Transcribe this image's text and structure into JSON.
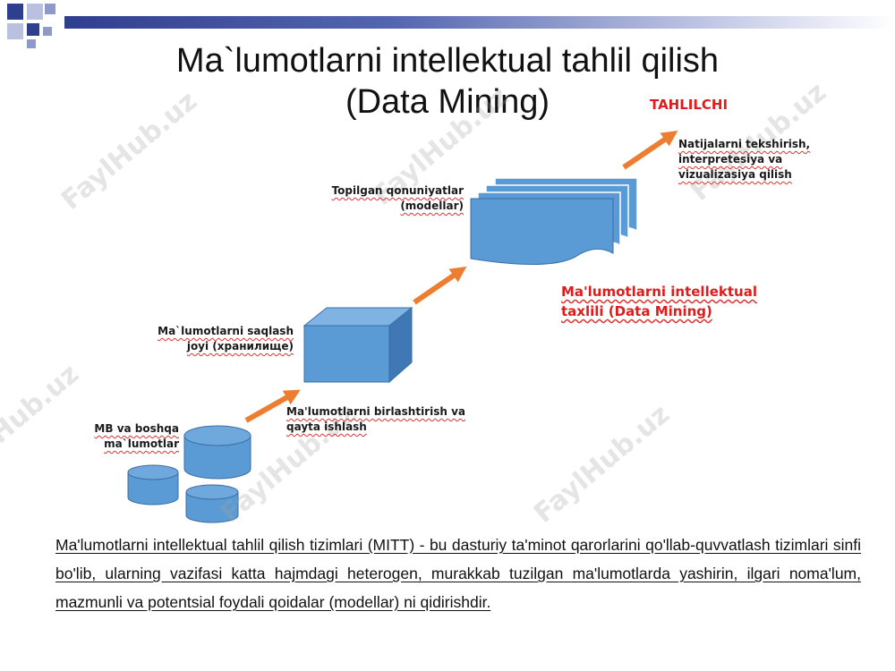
{
  "slide": {
    "title_line1": "Ma`lumotlarni intellektual tahlil qilish",
    "title_line2": "(Data Mining)"
  },
  "diagram": {
    "source_label": "MB va boshqa\nma`lumotlar",
    "integration_label": "Ma'lumotlarni birlashtirish va\nqayta ishlash",
    "storage_label": "Ma`lumotlarni saqlash\njoyi (хранилище)",
    "models_label": "Topilgan qonuniyatlar\n(modellar)",
    "analyst_label": "TAHLILCHI",
    "interpretation_label": "Natijalarni tekshirish,\ninterpretesiya va\nvizualizasiya qilish",
    "data_mining_label": "Ma'lumotlarni intellektual\ntaxlili (Data Mining)"
  },
  "watermark_text": "FaylHub.uz",
  "description": "Ma'lumotlarni intellektual tahlil qilish tizimlari (MITT) - bu dasturiy ta'minot qarorlarini qo'llab-quvvatlash tizimlari sinfi bo'lib, ularning vazifasi katta hajmdagi heterogen, murakkab tuzilgan ma'lumotlarda yashirin, ilgari noma'lum, mazmunli va potentsial foydali qoidalar (modellar) ni qidirishdir.",
  "colors": {
    "shape_fill": "#5b9bd5",
    "shape_stroke": "#3a6ea5",
    "arrow": "#ed7d31",
    "accent_red": "#e01b1b",
    "title_bar": "#2f3f8f"
  },
  "icons": [
    "database-cylinder-icon",
    "storage-cube-icon",
    "document-stack-icon",
    "arrow-icon"
  ]
}
